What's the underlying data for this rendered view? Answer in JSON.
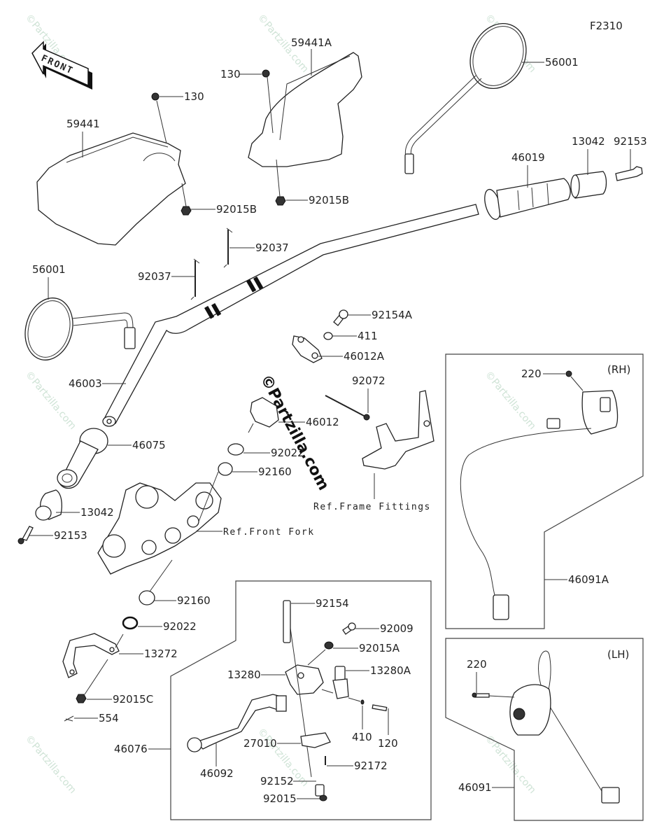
{
  "diagram": {
    "figure_code": "F2310",
    "front_indicator": "FRONT",
    "watermark": "©Partzilla.com",
    "groups": {
      "rh_switch": "(RH)",
      "lh_switch": "(LH)"
    },
    "references": {
      "frame_fittings": "Ref.Frame Fittings",
      "front_fork": "Ref.Front Fork"
    },
    "callouts": [
      {
        "id": "130-a",
        "label": "130"
      },
      {
        "id": "59441",
        "label": "59441"
      },
      {
        "id": "92015B-a",
        "label": "92015B"
      },
      {
        "id": "130-b",
        "label": "130"
      },
      {
        "id": "59441A",
        "label": "59441A"
      },
      {
        "id": "92015B-b",
        "label": "92015B"
      },
      {
        "id": "56001-right",
        "label": "56001"
      },
      {
        "id": "46019",
        "label": "46019"
      },
      {
        "id": "13042-right",
        "label": "13042"
      },
      {
        "id": "92153-right",
        "label": "92153"
      },
      {
        "id": "92037-a",
        "label": "92037"
      },
      {
        "id": "92037-b",
        "label": "92037"
      },
      {
        "id": "56001-left",
        "label": "56001"
      },
      {
        "id": "46003",
        "label": "46003"
      },
      {
        "id": "92154A",
        "label": "92154A"
      },
      {
        "id": "411",
        "label": "411"
      },
      {
        "id": "46012A",
        "label": "46012A"
      },
      {
        "id": "92072",
        "label": "92072"
      },
      {
        "id": "46012",
        "label": "46012"
      },
      {
        "id": "92022-a",
        "label": "92022"
      },
      {
        "id": "92160-a",
        "label": "92160"
      },
      {
        "id": "46075",
        "label": "46075"
      },
      {
        "id": "13042-left",
        "label": "13042"
      },
      {
        "id": "92153-left",
        "label": "92153"
      },
      {
        "id": "92160-b",
        "label": "92160"
      },
      {
        "id": "92022-b",
        "label": "92022"
      },
      {
        "id": "13272",
        "label": "13272"
      },
      {
        "id": "92015C",
        "label": "92015C"
      },
      {
        "id": "554",
        "label": "554"
      },
      {
        "id": "220-rh",
        "label": "220"
      },
      {
        "id": "46091A",
        "label": "46091A"
      },
      {
        "id": "92154",
        "label": "92154"
      },
      {
        "id": "92009",
        "label": "92009"
      },
      {
        "id": "92015A",
        "label": "92015A"
      },
      {
        "id": "13280",
        "label": "13280"
      },
      {
        "id": "13280A",
        "label": "13280A"
      },
      {
        "id": "410",
        "label": "410"
      },
      {
        "id": "120",
        "label": "120"
      },
      {
        "id": "46076",
        "label": "46076"
      },
      {
        "id": "27010",
        "label": "27010"
      },
      {
        "id": "46092",
        "label": "46092"
      },
      {
        "id": "92172",
        "label": "92172"
      },
      {
        "id": "92152",
        "label": "92152"
      },
      {
        "id": "92015",
        "label": "92015"
      },
      {
        "id": "220-lh",
        "label": "220"
      },
      {
        "id": "46091",
        "label": "46091"
      }
    ]
  }
}
